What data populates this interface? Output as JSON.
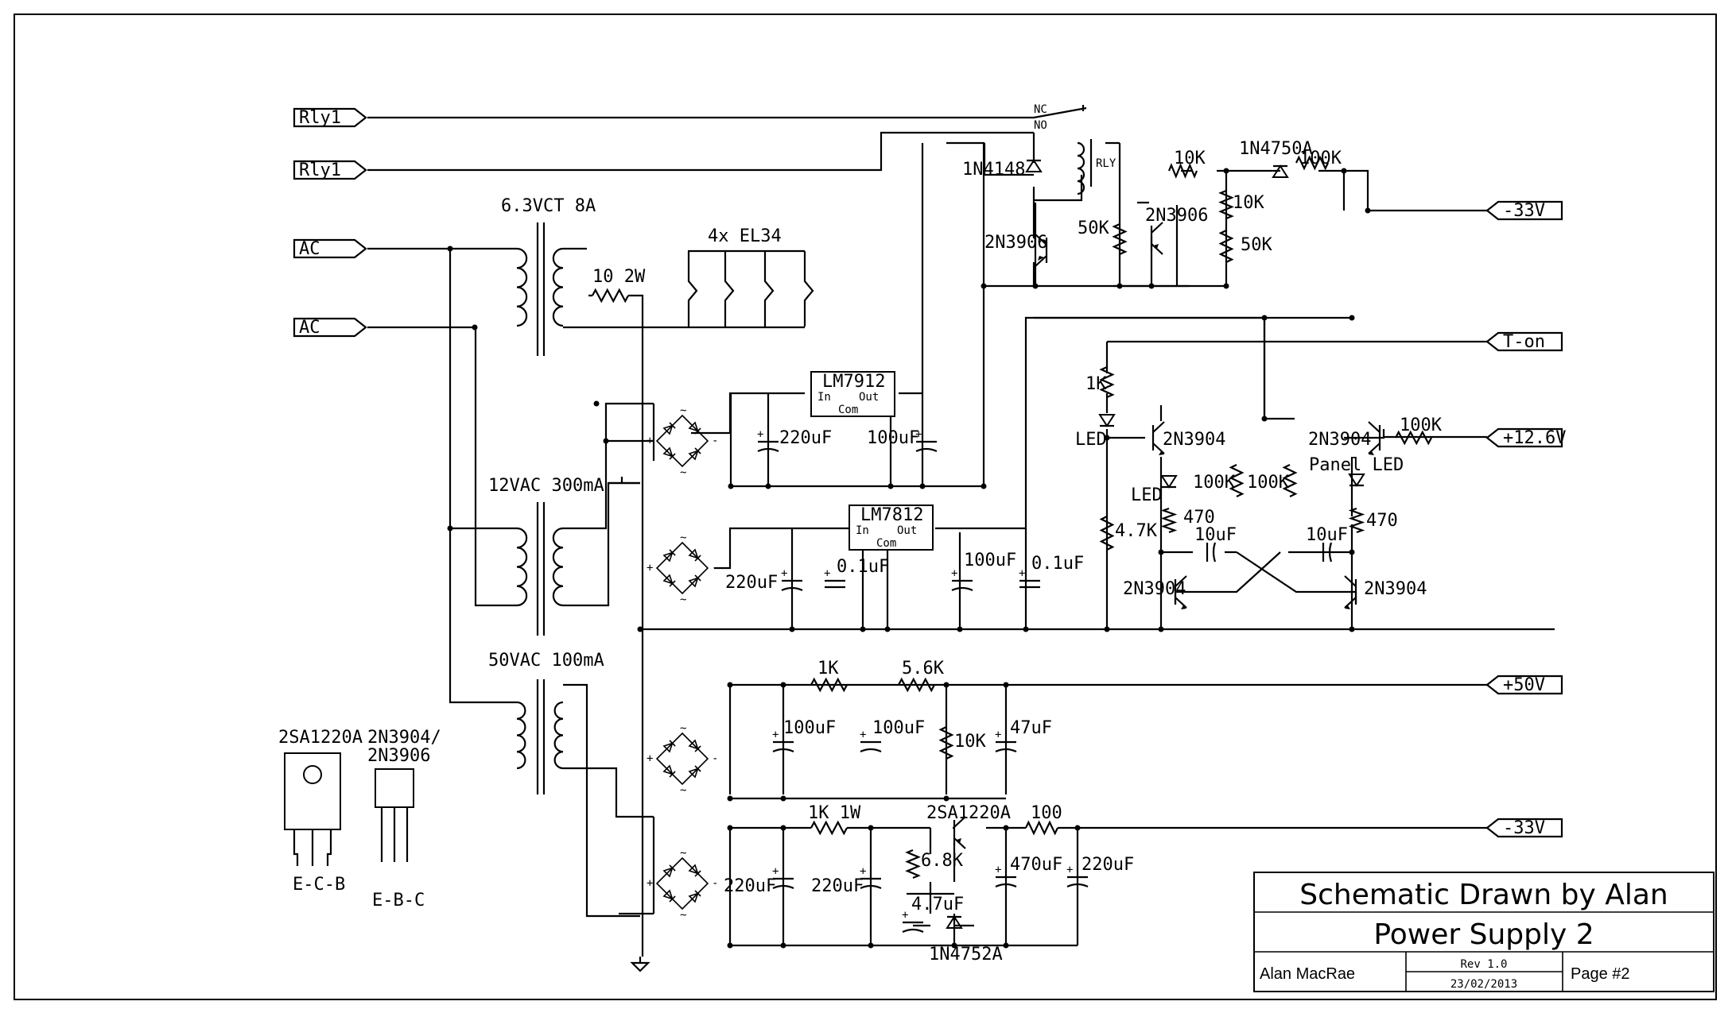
{
  "ports": {
    "rly1_a": "Rly1",
    "rly1_b": "Rly1",
    "ac_a": "AC",
    "ac_b": "AC",
    "neg33_a": "-33V",
    "t_on": "T-on",
    "pos12_6": "+12.6V",
    "pos50": "+50V",
    "neg33_b": "-33V"
  },
  "labels": {
    "xfmr_main": "6.3VCT 8A",
    "tubes": "4x EL34",
    "r_10_2w": "10 2W",
    "xfmr_12": "12VAC 300mA",
    "xfmr_50": "50VAC 100mA",
    "relay_nc": "NC",
    "relay_no": "NO",
    "relay": "RLY",
    "d_1n4148": "1N4148",
    "d_1n4750a": "1N4750A",
    "r_10k_a": "10K",
    "r_100k_a": "100K",
    "r_10k_b": "10K",
    "pot_50k_a": "50K",
    "pot_50k_b": "50K",
    "q_2n3906_a": "2N3906",
    "q_2n3906_b": "2N3906",
    "reg_7912": "LM7912",
    "reg_7812": "LM7812",
    "reg_in": "In",
    "reg_out": "Out",
    "reg_com": "Com",
    "c_220uf_a": "220uF",
    "c_100uf_a": "100uF",
    "c_220uf_b": "220uF",
    "c_01uf_a": "0.1uF",
    "c_100uf_b": "100uF",
    "c_01uf_b": "0.1uF",
    "r_1k": "1K",
    "led_a": "LED",
    "led_b": "LED",
    "panel_led": "Panel LED",
    "q_2n3904_a": "2N3904",
    "q_2n3904_b": "2N3904",
    "q_2n3904_c": "2N3904",
    "q_2n3904_d": "2N3904",
    "r_100k_b": "100K",
    "r_100k_c": "100K",
    "r_100k_d": "100K",
    "r_4_7k": "4.7K",
    "r_470_a": "470",
    "r_470_b": "470",
    "c_10uf_a": "10uF",
    "c_10uf_b": "10uF",
    "r_1k_b": "1K",
    "r_5_6k": "5.6K",
    "c_100uf_c": "100uF",
    "c_100uf_d": "100uF",
    "r_10k_c": "10K",
    "c_47uf": "47uF",
    "r_1k_1w": "1K 1W",
    "q_2sa1220a": "2SA1220A",
    "r_100": "100",
    "r_6_8k": "6.8K",
    "c_4_7uf": "4.7uF",
    "d_1n4752a": "1N4752A",
    "c_220uf_c": "220uF",
    "c_220uf_d": "220uF",
    "c_470uf": "470uF",
    "c_220uf_e": "220uF",
    "pkg_to220": "2SA1220A",
    "pkg_to220_pins": "E-C-B",
    "pkg_to92_a": "2N3904/",
    "pkg_to92_b": "2N3906",
    "pkg_to92_pins": "E-B-C"
  },
  "title_block": {
    "title": "Schematic Drawn by Alan",
    "subtitle": "Power Supply 2",
    "author": "Alan MacRae",
    "rev": "Rev 1.0",
    "date": "23/02/2013",
    "page": "Page #2"
  }
}
